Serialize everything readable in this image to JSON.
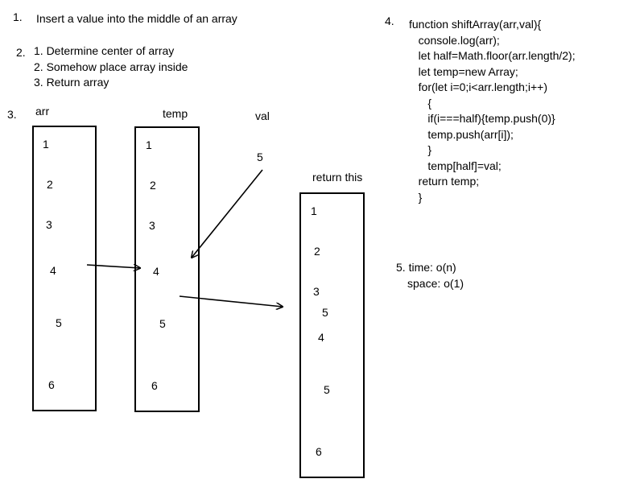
{
  "step1": {
    "num": "1.",
    "text": "Insert a value into the middle of an array"
  },
  "step2": {
    "num": "2.",
    "items": [
      "1. Determine center of array",
      "2. Somehow place array inside",
      "3. Return array"
    ]
  },
  "step3": {
    "num": "3."
  },
  "diagram": {
    "arr": {
      "label": "arr",
      "values": [
        "1",
        "2",
        "3",
        "4",
        "5",
        "6"
      ]
    },
    "temp": {
      "label": "temp",
      "values": [
        "1",
        "2",
        "3",
        "4",
        "5",
        "6"
      ]
    },
    "val": {
      "label": "val",
      "value": "5"
    },
    "result": {
      "label": "return this",
      "values": [
        "1",
        "2",
        "3",
        "5",
        "4",
        "5",
        "6"
      ]
    }
  },
  "step4": {
    "num": "4.",
    "code": [
      "function shiftArray(arr,val){",
      "   console.log(arr);",
      "   let half=Math.floor(arr.length/2);",
      "   let temp=new Array;",
      "   for(let i=0;i<arr.length;i++)",
      "      {",
      "      if(i===half){temp.push(0)}",
      "      temp.push(arr[i]);",
      "      }",
      "      temp[half]=val;",
      "   return temp;",
      "   }"
    ]
  },
  "step5": {
    "time": "5. time: o(n)",
    "space": "space: o(1)"
  }
}
